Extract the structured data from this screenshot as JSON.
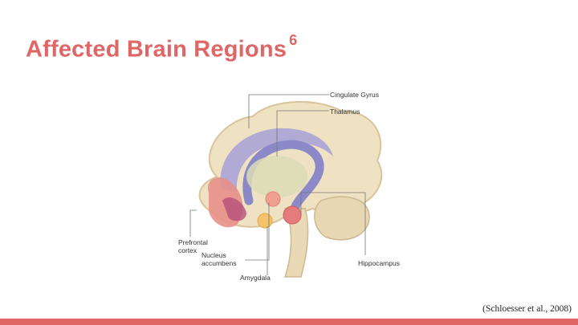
{
  "slide": {
    "title": "Affected Brain Regions",
    "title_superscript": "6",
    "citation": "(Schloesser et al., 2008)"
  },
  "figure": {
    "labels": {
      "cingulate": "Cingulate Gyrus",
      "thalamus": "Thalamus",
      "prefrontal_line1": "Prefrontal",
      "prefrontal_line2": "cortex",
      "nucleus_line1": "Nucleus",
      "nucleus_line2": "accumbens",
      "amygdala": "Amygdala",
      "hippocampus": "Hippocampus"
    }
  },
  "colors": {
    "accent": "#e06666",
    "brain": "#efe2c3",
    "brain_outline": "#d8c49c",
    "cingulate": "#a9a4d6",
    "thalamus": "#dcdcb6",
    "prefrontal": "#e7908a",
    "amygdala": "#f6c36a",
    "hippocampus": "#e67b7b"
  }
}
